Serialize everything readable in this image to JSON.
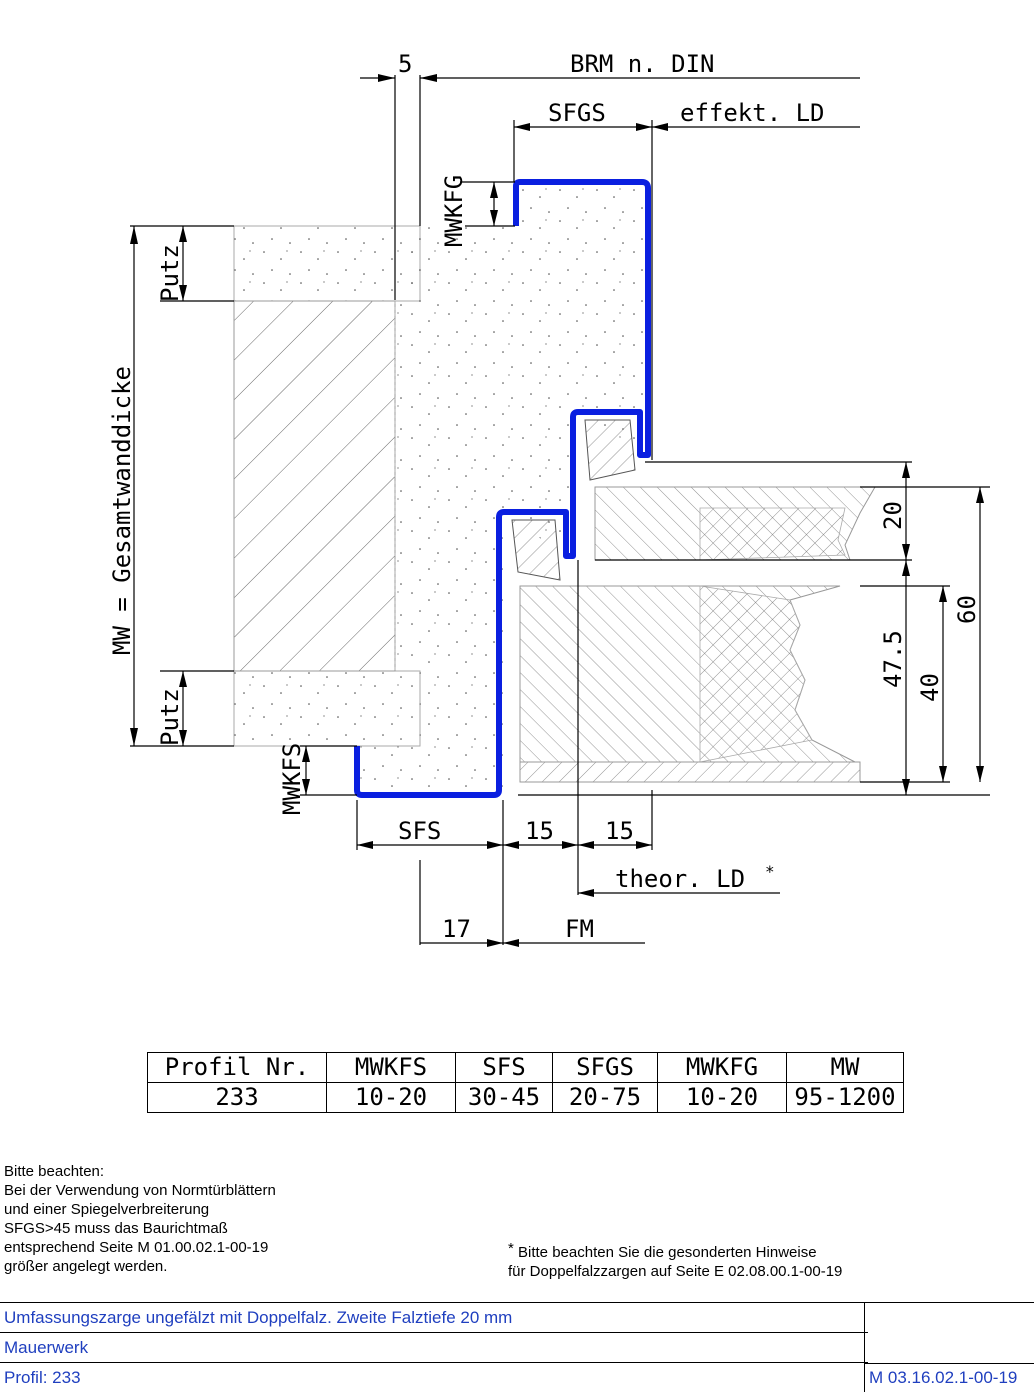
{
  "drawing": {
    "labels": {
      "five": "5",
      "brm": "BRM n. DIN",
      "sfgs": "SFGS",
      "effekt_ld": "effekt. LD",
      "mwkfg": "MWKFG",
      "putz_top": "Putz",
      "putz_bottom": "Putz",
      "mw": "MW = Gesamtwanddicke",
      "mwkfs": "MWKFS",
      "sfs": "SFS",
      "d15a": "15",
      "d15b": "15",
      "theor_ld": "theor. LD",
      "asterisk": "*",
      "d17": "17",
      "fm": "FM",
      "d20": "20",
      "d47_5": "47.5",
      "d40": "40",
      "d60": "60"
    },
    "colors": {
      "profile": "#0a1fe0",
      "lines": "#000000",
      "hatch": "#555555"
    }
  },
  "table": {
    "headers": [
      "Profil Nr.",
      "MWKFS",
      "SFS",
      "SFGS",
      "MWKFG",
      "MW"
    ],
    "rows": [
      [
        "233",
        "10-20",
        "30-45",
        "20-75",
        "10-20",
        "95-1200"
      ]
    ]
  },
  "notes": {
    "left": "Bitte beachten:\nBei der Verwendung von Normtürblättern\nund einer Spiegelverbreiterung\nSFGS>45 muss das Baurichtmaß\nentsprechend Seite M 01.00.02.1-00-19\ngrößer angelegt werden.",
    "right_star": "*",
    "right": " Bitte beachten Sie die gesonderten Hinweise\nfür Doppelfalzzargen auf Seite E 02.08.00.1-00-19"
  },
  "footer": {
    "title": "Umfassungszarge ungefälzt mit Doppelfalz. Zweite Falztiefe 20 mm",
    "material": "Mauerwerk",
    "profile": "Profil: 233",
    "code": "M 03.16.02.1-00-19"
  }
}
